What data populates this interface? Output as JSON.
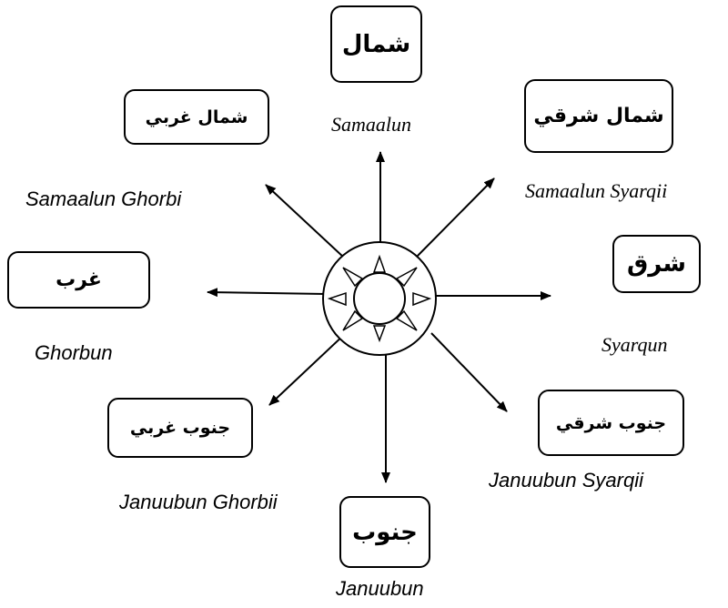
{
  "directions": {
    "north": {
      "arabic": "شمال",
      "latin": "Samaalun"
    },
    "northeast": {
      "arabic": "شمال شرقي",
      "latin": "Samaalun Syarqii"
    },
    "east": {
      "arabic": "شرق",
      "latin": "Syarqun"
    },
    "southeast": {
      "arabic": "جنوب شرقي",
      "latin": "Januubun Syarqii"
    },
    "south": {
      "arabic": "جنوب",
      "latin": "Januubun"
    },
    "southwest": {
      "arabic": "جنوب غربي",
      "latin": "Januubun Ghorbii"
    },
    "west": {
      "arabic": "غرب",
      "latin": "Ghorbun"
    },
    "northwest": {
      "arabic": "شمال غربي",
      "latin": "Samaalun Ghorbi"
    }
  },
  "colors": {
    "stroke": "#000000",
    "background": "#ffffff"
  }
}
